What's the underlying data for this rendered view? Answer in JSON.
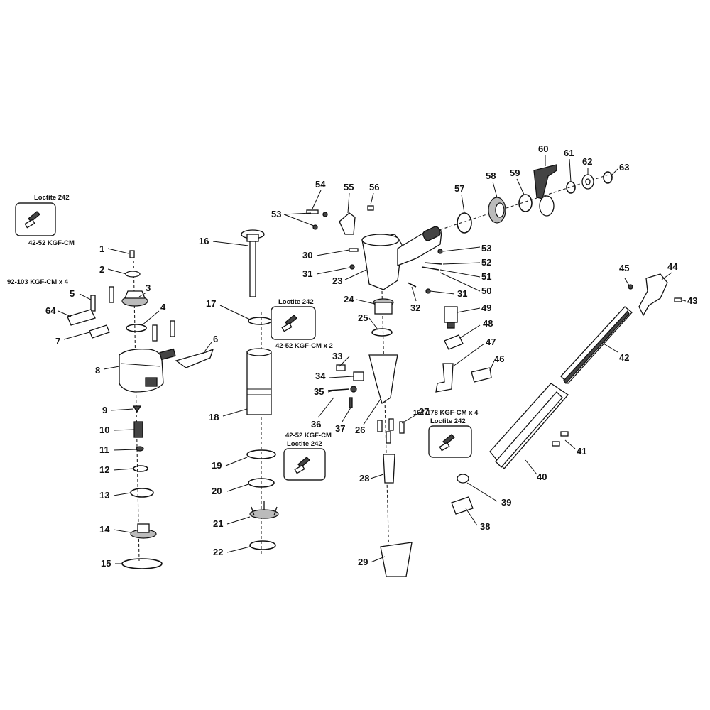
{
  "callouts": [
    {
      "id": "1",
      "text": "1"
    },
    {
      "id": "2",
      "text": "2"
    },
    {
      "id": "3",
      "text": "3"
    },
    {
      "id": "4",
      "text": "4"
    },
    {
      "id": "5",
      "text": "5"
    },
    {
      "id": "6",
      "text": "6"
    },
    {
      "id": "7",
      "text": "7"
    },
    {
      "id": "8",
      "text": "8"
    },
    {
      "id": "9",
      "text": "9"
    },
    {
      "id": "10",
      "text": "10"
    },
    {
      "id": "11",
      "text": "11"
    },
    {
      "id": "12",
      "text": "12"
    },
    {
      "id": "13",
      "text": "13"
    },
    {
      "id": "14",
      "text": "14"
    },
    {
      "id": "15",
      "text": "15"
    },
    {
      "id": "16",
      "text": "16"
    },
    {
      "id": "17",
      "text": "17"
    },
    {
      "id": "18",
      "text": "18"
    },
    {
      "id": "19",
      "text": "19"
    },
    {
      "id": "20",
      "text": "20"
    },
    {
      "id": "21",
      "text": "21"
    },
    {
      "id": "22",
      "text": "22"
    },
    {
      "id": "23",
      "text": "23"
    },
    {
      "id": "24",
      "text": "24"
    },
    {
      "id": "25",
      "text": "25"
    },
    {
      "id": "26",
      "text": "26"
    },
    {
      "id": "27",
      "text": "27"
    },
    {
      "id": "28",
      "text": "28"
    },
    {
      "id": "29",
      "text": "29"
    },
    {
      "id": "30",
      "text": "30"
    },
    {
      "id": "31a",
      "text": "31"
    },
    {
      "id": "31b",
      "text": "31"
    },
    {
      "id": "32",
      "text": "32"
    },
    {
      "id": "33",
      "text": "33"
    },
    {
      "id": "34",
      "text": "34"
    },
    {
      "id": "35",
      "text": "35"
    },
    {
      "id": "36",
      "text": "36"
    },
    {
      "id": "37",
      "text": "37"
    },
    {
      "id": "38",
      "text": "38"
    },
    {
      "id": "39",
      "text": "39"
    },
    {
      "id": "40",
      "text": "40"
    },
    {
      "id": "41",
      "text": "41"
    },
    {
      "id": "42",
      "text": "42"
    },
    {
      "id": "43",
      "text": "43"
    },
    {
      "id": "44",
      "text": "44"
    },
    {
      "id": "45",
      "text": "45"
    },
    {
      "id": "46",
      "text": "46"
    },
    {
      "id": "47",
      "text": "47"
    },
    {
      "id": "48",
      "text": "48"
    },
    {
      "id": "49",
      "text": "49"
    },
    {
      "id": "50",
      "text": "50"
    },
    {
      "id": "51",
      "text": "51"
    },
    {
      "id": "52",
      "text": "52"
    },
    {
      "id": "53a",
      "text": "53"
    },
    {
      "id": "53b",
      "text": "53"
    },
    {
      "id": "54",
      "text": "54"
    },
    {
      "id": "55",
      "text": "55"
    },
    {
      "id": "56",
      "text": "56"
    },
    {
      "id": "57",
      "text": "57"
    },
    {
      "id": "58",
      "text": "58"
    },
    {
      "id": "59",
      "text": "59"
    },
    {
      "id": "60",
      "text": "60"
    },
    {
      "id": "61",
      "text": "61"
    },
    {
      "id": "62",
      "text": "62"
    },
    {
      "id": "63",
      "text": "63"
    },
    {
      "id": "64",
      "text": "64"
    }
  ],
  "notes": {
    "torque_1": "42-52 KGF-CM",
    "torque_5": "92-103 KGF-CM x 4",
    "torque_mid": "42-52 KGF-CM x 2",
    "torque_36": "42-52 KGF-CM",
    "torque_27": "167-178 KGF-CM x 4"
  },
  "loctite_boxes": [
    {
      "id": "left",
      "label": "Loctite 242"
    },
    {
      "id": "mid",
      "label": "Loctite 242"
    },
    {
      "id": "lower",
      "label": "Loctite 242"
    },
    {
      "id": "right",
      "label": "Loctite 242"
    }
  ],
  "colors": {
    "ink": "#111111",
    "background": "#ffffff"
  },
  "icons": [
    "threadlocker-bottle-icon",
    "screw-icon"
  ]
}
